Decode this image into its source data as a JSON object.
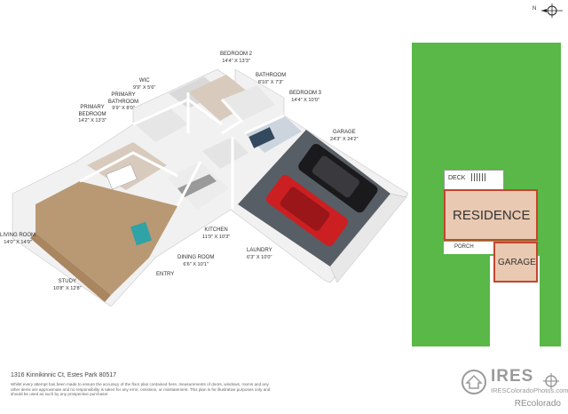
{
  "compass": {
    "label": "N"
  },
  "rooms": {
    "bedroom2": {
      "name": "BEDROOM 2",
      "dim": "14'4\" x 13'3\""
    },
    "wic": {
      "name": "WIC",
      "dim": "9'9\" x 5'6\""
    },
    "bathroom": {
      "name": "BATHROOM",
      "dim": "8'10\" x 7'3\""
    },
    "primary_bathroom": {
      "name": "PRIMARY BATHROOM",
      "dim": "9'9\" x 8'0\""
    },
    "bedroom3": {
      "name": "BEDROOM 3",
      "dim": "14'4\" x 10'0\""
    },
    "primary_bedroom": {
      "name": "PRIMARY BEDROOM",
      "dim": "14'2\" x 13'3\""
    },
    "garage": {
      "name": "GARAGE",
      "dim": "24'3\" x 24'2\""
    },
    "living_room": {
      "name": "LIVING ROOM",
      "dim": "14'0\" x 14'9\""
    },
    "kitchen": {
      "name": "KITCHEN",
      "dim": "11'9\" x 10'3\""
    },
    "laundry": {
      "name": "LAUNDRY",
      "dim": "6'3\" x 10'0\""
    },
    "dining_room": {
      "name": "DINING ROOM",
      "dim": "6'6\" x 10'1\""
    },
    "entry": {
      "name": "ENTRY",
      "dim": ""
    },
    "study": {
      "name": "STUDY",
      "dim": "10'8\" x 12'8\""
    }
  },
  "site_plan": {
    "deck": "DECK",
    "residence": "RESIDENCE",
    "porch": "PORCH",
    "garage": "GARAGE"
  },
  "address": "1316 Kinnikinnic Ct, Estes Park 80517",
  "disclaimer": "Whilst every attempt has been made to ensure the accuracy of the floor plan contained here, measurements of doors, windows, rooms and any other items are approximate and no responsibility is taken for any error, omission, or misstatement. This plan is for illustrative purposes only and should be used as such by any prospective purchaser.",
  "watermark": {
    "brand": "IRES",
    "site": "IRESColoradoPhotos.com"
  },
  "credit": "REcolorado",
  "colors": {
    "lawn": "#59b847",
    "residence": "#e9c9b1",
    "residence_border": "#c2462e",
    "floor_wood": "#b99874",
    "wall": "#ffffff",
    "car_red": "#cc1f22",
    "car_black": "#1a1a1c"
  }
}
